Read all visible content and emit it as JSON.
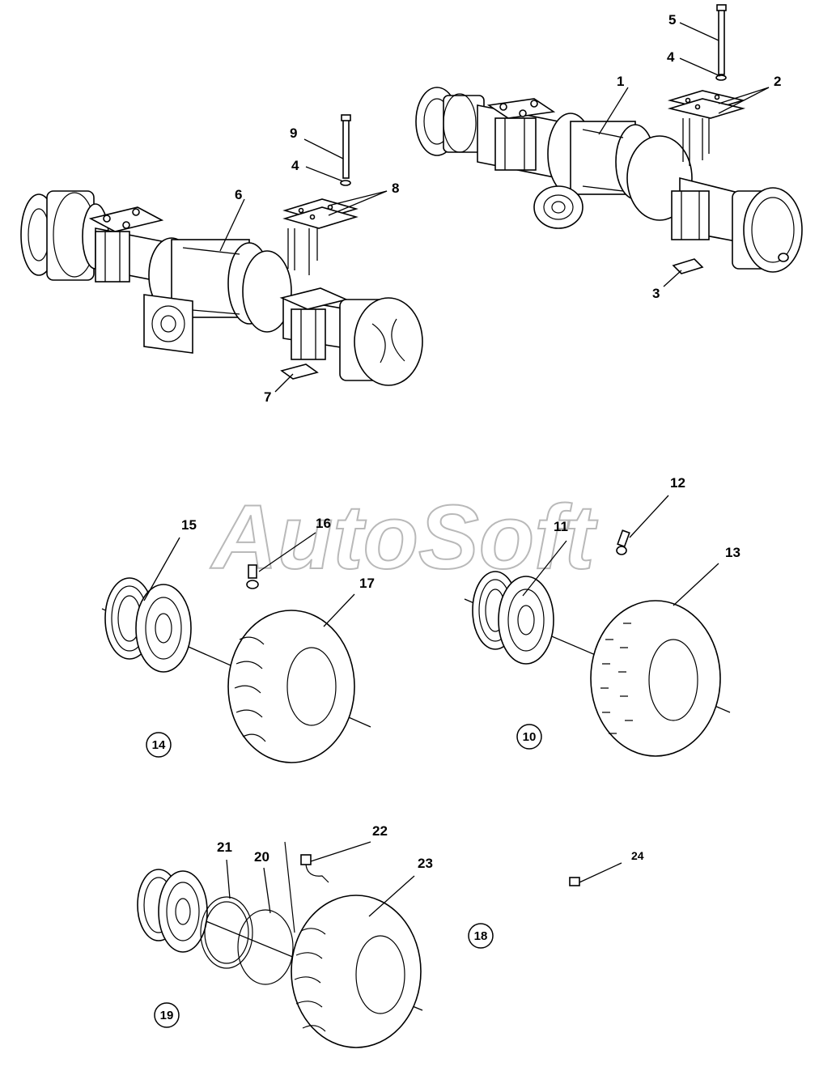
{
  "watermark": "AutoSoft",
  "callouts": {
    "c1": "1",
    "c2": "2",
    "c3": "3",
    "c4a": "4",
    "c4b": "4",
    "c5": "5",
    "c6": "6",
    "c7": "7",
    "c8": "8",
    "c9": "9",
    "c11": "11",
    "c12": "12",
    "c13": "13",
    "c15": "15",
    "c16": "16",
    "c17": "17",
    "c20": "20",
    "c21": "21",
    "c22": "22",
    "c23": "23",
    "c24": "24"
  },
  "circled_callouts": {
    "c10": "10",
    "c14": "14",
    "c18": "18",
    "c19": "19"
  }
}
